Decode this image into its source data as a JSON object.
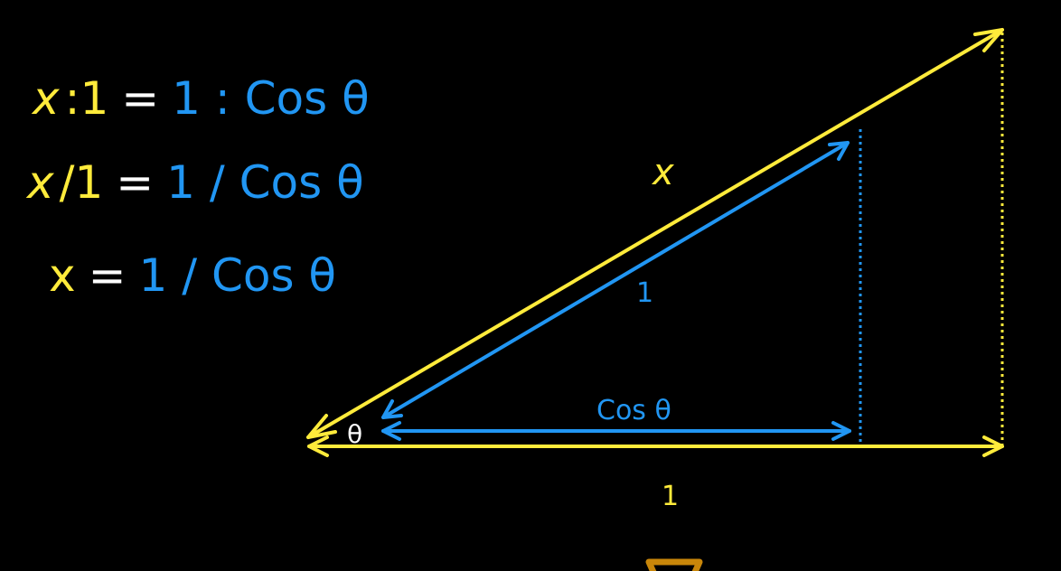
{
  "colors": {
    "background": "#000000",
    "yellow": "#ffeb3b",
    "blue": "#2196f3",
    "white": "#ffffff",
    "gold": "#c8860a"
  },
  "equations": [
    {
      "lhs_var": "x",
      "lhs_op": ":",
      "lhs_num": "1",
      "eq": "=",
      "rhs": "1 : Cos θ"
    },
    {
      "lhs_var": "x",
      "lhs_op": "/",
      "lhs_num": "1",
      "eq": "=",
      "rhs": "1 / Cos θ"
    },
    {
      "lhs_var": "x",
      "eq": "=",
      "rhs": "1 / Cos θ"
    }
  ],
  "diagram": {
    "outer_hypotenuse_label": "x",
    "inner_hypotenuse_label": "1",
    "inner_base_label": "Cos θ",
    "outer_base_label": "1",
    "angle_label": "θ"
  }
}
